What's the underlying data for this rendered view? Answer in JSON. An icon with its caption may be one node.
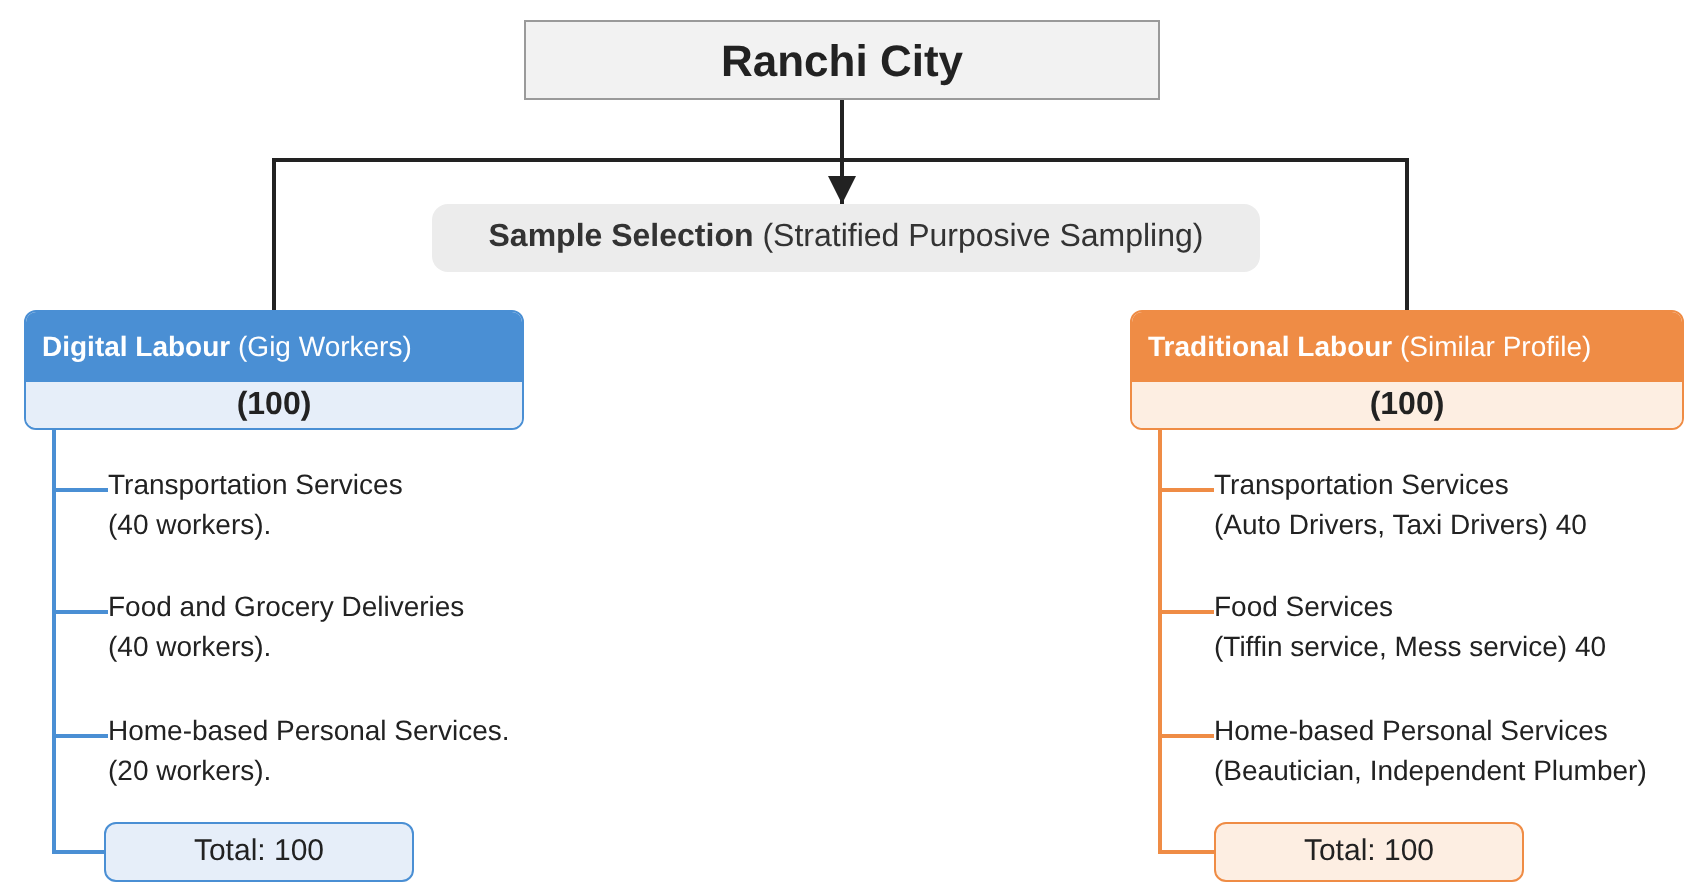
{
  "diagram": {
    "nodes": [
      {
        "text": [
          "Ranchi City"
        ]
      },
      {
        "text": [
          "**Sample Selection** (Stratified Purposive Sampling)"
        ]
      },
      {
        "text": [
          "**Digital Labour** (Gig Workers)",
          "(100)"
        ]
      },
      {
        "text": [
          "**Traditional Labour** (Similar Profile)",
          "(100)"
        ]
      },
      {
        "text": [
          "Transportation Services",
          "(40 workers)."
        ]
      },
      {
        "text": [
          "Food and Grocery Deliveries",
          "(40 workers)."
        ]
      },
      {
        "text": [
          "Home-based Personal Services.",
          "(20 workers)."
        ]
      },
      {
        "text": [
          "Total: 100"
        ]
      },
      {
        "text": [
          "Transportation Services",
          "(Auto Drivers, Taxi Drivers) 40"
        ]
      },
      {
        "text": [
          "Food Services",
          "(Tiffin service, Mess service) 40"
        ]
      },
      {
        "text": [
          "Home-based Personal Services",
          "(Beautician, Independent Plumber)"
        ]
      },
      {
        "text": [
          "Total: 100"
        ]
      }
    ],
    "edges": [
      {
        "from": 0,
        "to": 1,
        "arrow": "to",
        "color": "#222222"
      },
      {
        "from": 0,
        "to": 2,
        "arrow": "none",
        "color": "#222222"
      },
      {
        "from": 0,
        "to": 3,
        "arrow": "none",
        "color": "#222222"
      },
      {
        "from": 2,
        "to": 4,
        "arrow": "none",
        "color": "#4a8fd4"
      },
      {
        "from": 2,
        "to": 5,
        "arrow": "none",
        "color": "#4a8fd4"
      },
      {
        "from": 2,
        "to": 6,
        "arrow": "none",
        "color": "#4a8fd4"
      },
      {
        "from": 2,
        "to": 7,
        "arrow": "none",
        "color": "#4a8fd4"
      },
      {
        "from": 3,
        "to": 8,
        "arrow": "none",
        "color": "#ef8c45"
      },
      {
        "from": 3,
        "to": 9,
        "arrow": "none",
        "color": "#ef8c45"
      },
      {
        "from": 3,
        "to": 10,
        "arrow": "none",
        "color": "#ef8c45"
      },
      {
        "from": 3,
        "to": 11,
        "arrow": "none",
        "color": "#ef8c45"
      }
    ]
  }
}
